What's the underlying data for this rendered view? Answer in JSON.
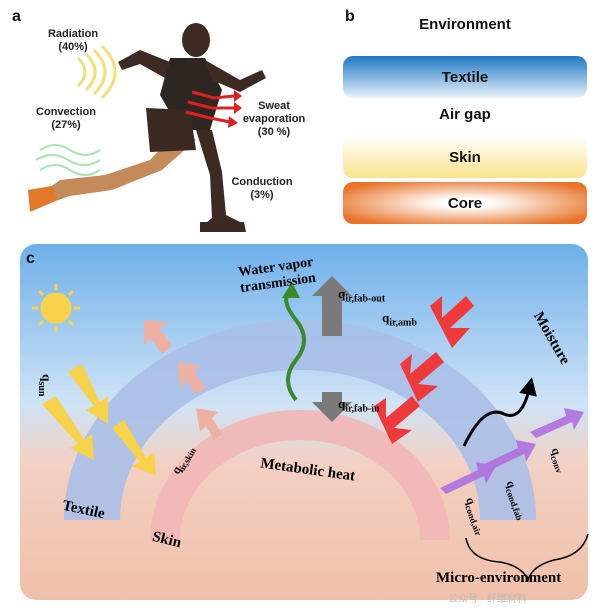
{
  "panel_a": {
    "letter": "a",
    "radiation": {
      "label": "Radiation",
      "value": "(40%)"
    },
    "convection": {
      "label": "Convection",
      "value": "(27%)"
    },
    "sweat": {
      "label1": "Sweat",
      "label2": "evaporation",
      "value": "(30 %)"
    },
    "conduction": {
      "label": "Conduction",
      "value": "(3%)"
    }
  },
  "panel_b": {
    "letter": "b",
    "environment": "Environment",
    "textile": "Textile",
    "air_gap": "Air gap",
    "skin": "Skin",
    "core": "Core"
  },
  "panel_c": {
    "letter": "c",
    "water_vapor_1": "Water vapor",
    "water_vapor_2": "transmission",
    "moisture": "Moisture",
    "metabolic_heat": "Metabolic heat",
    "textile": "Textile",
    "skin": "Skin",
    "micro_env": "Micro-environment",
    "q_ir_fab_out": "q",
    "q_ir_fab_out_sub": "ir,fab-out",
    "q_ir_amb": "q",
    "q_ir_amb_sub": "ir,amb",
    "q_ir_fab_in": "q",
    "q_ir_fab_in_sub": "ir,fab-in",
    "q_sun": "q",
    "q_sun_sub": "sun",
    "q_conv": "q",
    "q_conv_sub": "conv",
    "q_cond_fab": "q",
    "q_cond_fab_sub": "cond,fab",
    "q_cond_air": "q",
    "q_cond_air_sub": "cond,air",
    "q_ir_skin": "q",
    "q_ir_skin_sub": "ir,skin",
    "watermark": "公众号 · 纤维材料"
  },
  "colors": {
    "sky_top": "#7fb6e8",
    "ground": "#f3c6b4",
    "textile_band": "#aabfe8",
    "skin_band": "#f2b7b7",
    "yellow_arrow": "#f7d24a",
    "pink_arrow": "#eeb0a0",
    "red_arrow": "#ee3a3a",
    "purple_arrow": "#b070e0",
    "gray_arrow": "#7a7a7a",
    "green_wave": "#3a8a2a"
  }
}
